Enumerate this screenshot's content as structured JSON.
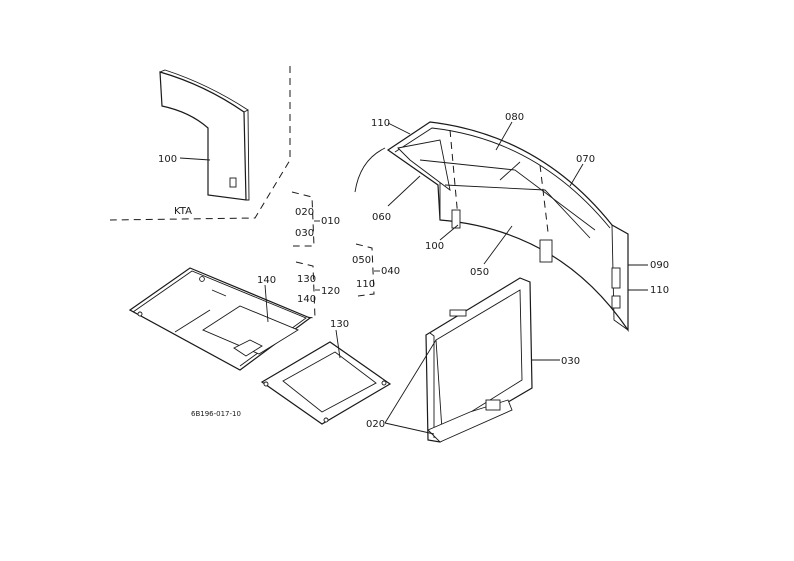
{
  "labels": {
    "kta": "KTA",
    "p100_a": "100",
    "p020_a": "020",
    "p010": "010",
    "p030_a": "030",
    "p130_a": "130",
    "p140_a": "140",
    "p120": "120",
    "p050_a": "050",
    "p040": "040",
    "p110_a": "110",
    "p140_b": "140",
    "p130_b": "130",
    "drawing_no": "6B196-017-10",
    "p110_top": "110",
    "p080": "080",
    "p070": "070",
    "p060": "060",
    "p100_b": "100",
    "p050_b": "050",
    "p090": "090",
    "p110_right": "110",
    "p030_b": "030",
    "p020_b": "020"
  }
}
